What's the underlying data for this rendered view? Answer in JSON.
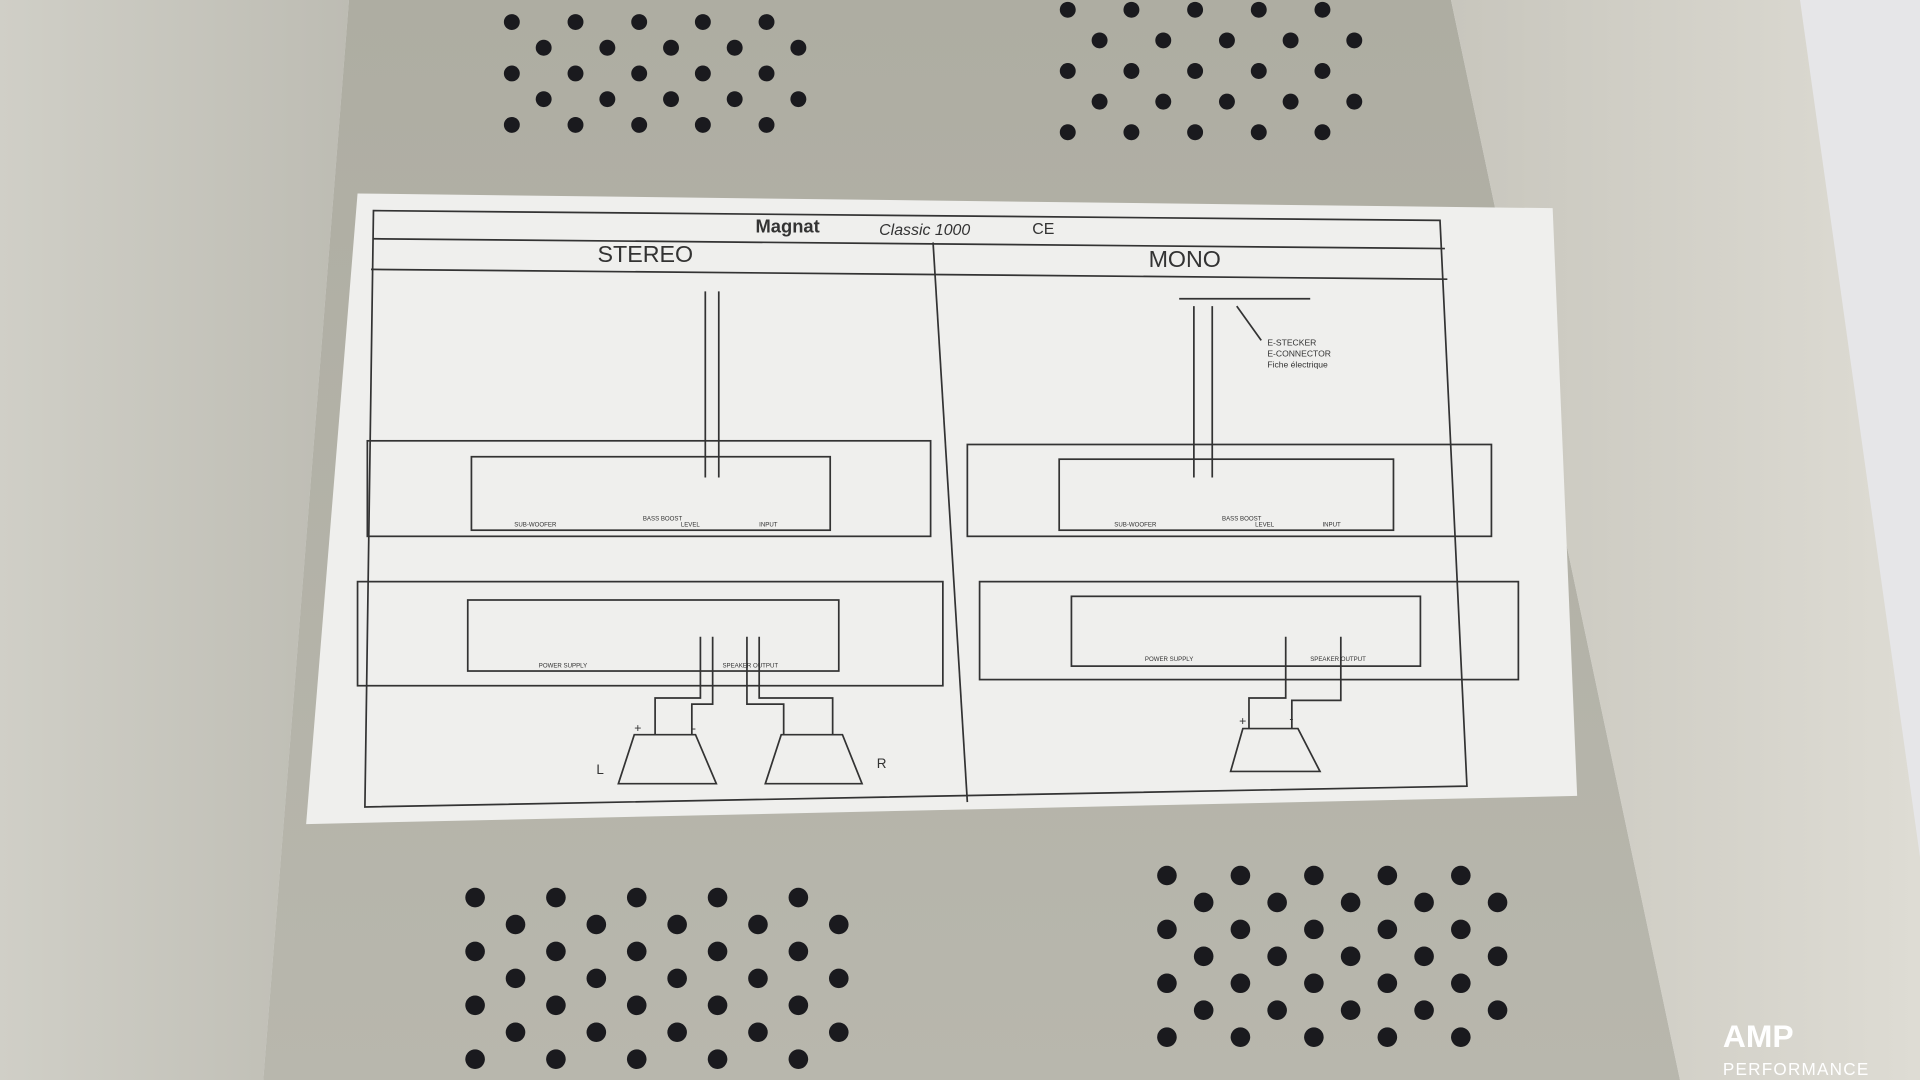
{
  "sticker": {
    "brand": "Magnat",
    "model": "Classic 1000",
    "ce_mark": "CE",
    "stereo": {
      "title": "STEREO",
      "panel_labels": [
        "SUB-WOOFER",
        "BASS BOOST",
        "LEVEL",
        "INPUT"
      ],
      "bottom_labels": [
        "POWER SUPPLY",
        "SPEAKER OUTPUT"
      ],
      "left_channel": "L",
      "right_channel": "R",
      "plus": "+",
      "minus": "-"
    },
    "mono": {
      "title": "MONO",
      "connector_note": [
        "E-STECKER",
        "E-CONNECTOR",
        "Fiche électrique"
      ],
      "panel_labels": [
        "SUB-WOOFER",
        "BASS BOOST",
        "LEVEL",
        "INPUT"
      ],
      "bottom_labels": [
        "POWER SUPPLY",
        "SPEAKER OUTPUT"
      ],
      "plus": "+",
      "minus": "-"
    }
  },
  "watermark": {
    "line1": "AMP",
    "line2": "PERFORMANCE"
  }
}
